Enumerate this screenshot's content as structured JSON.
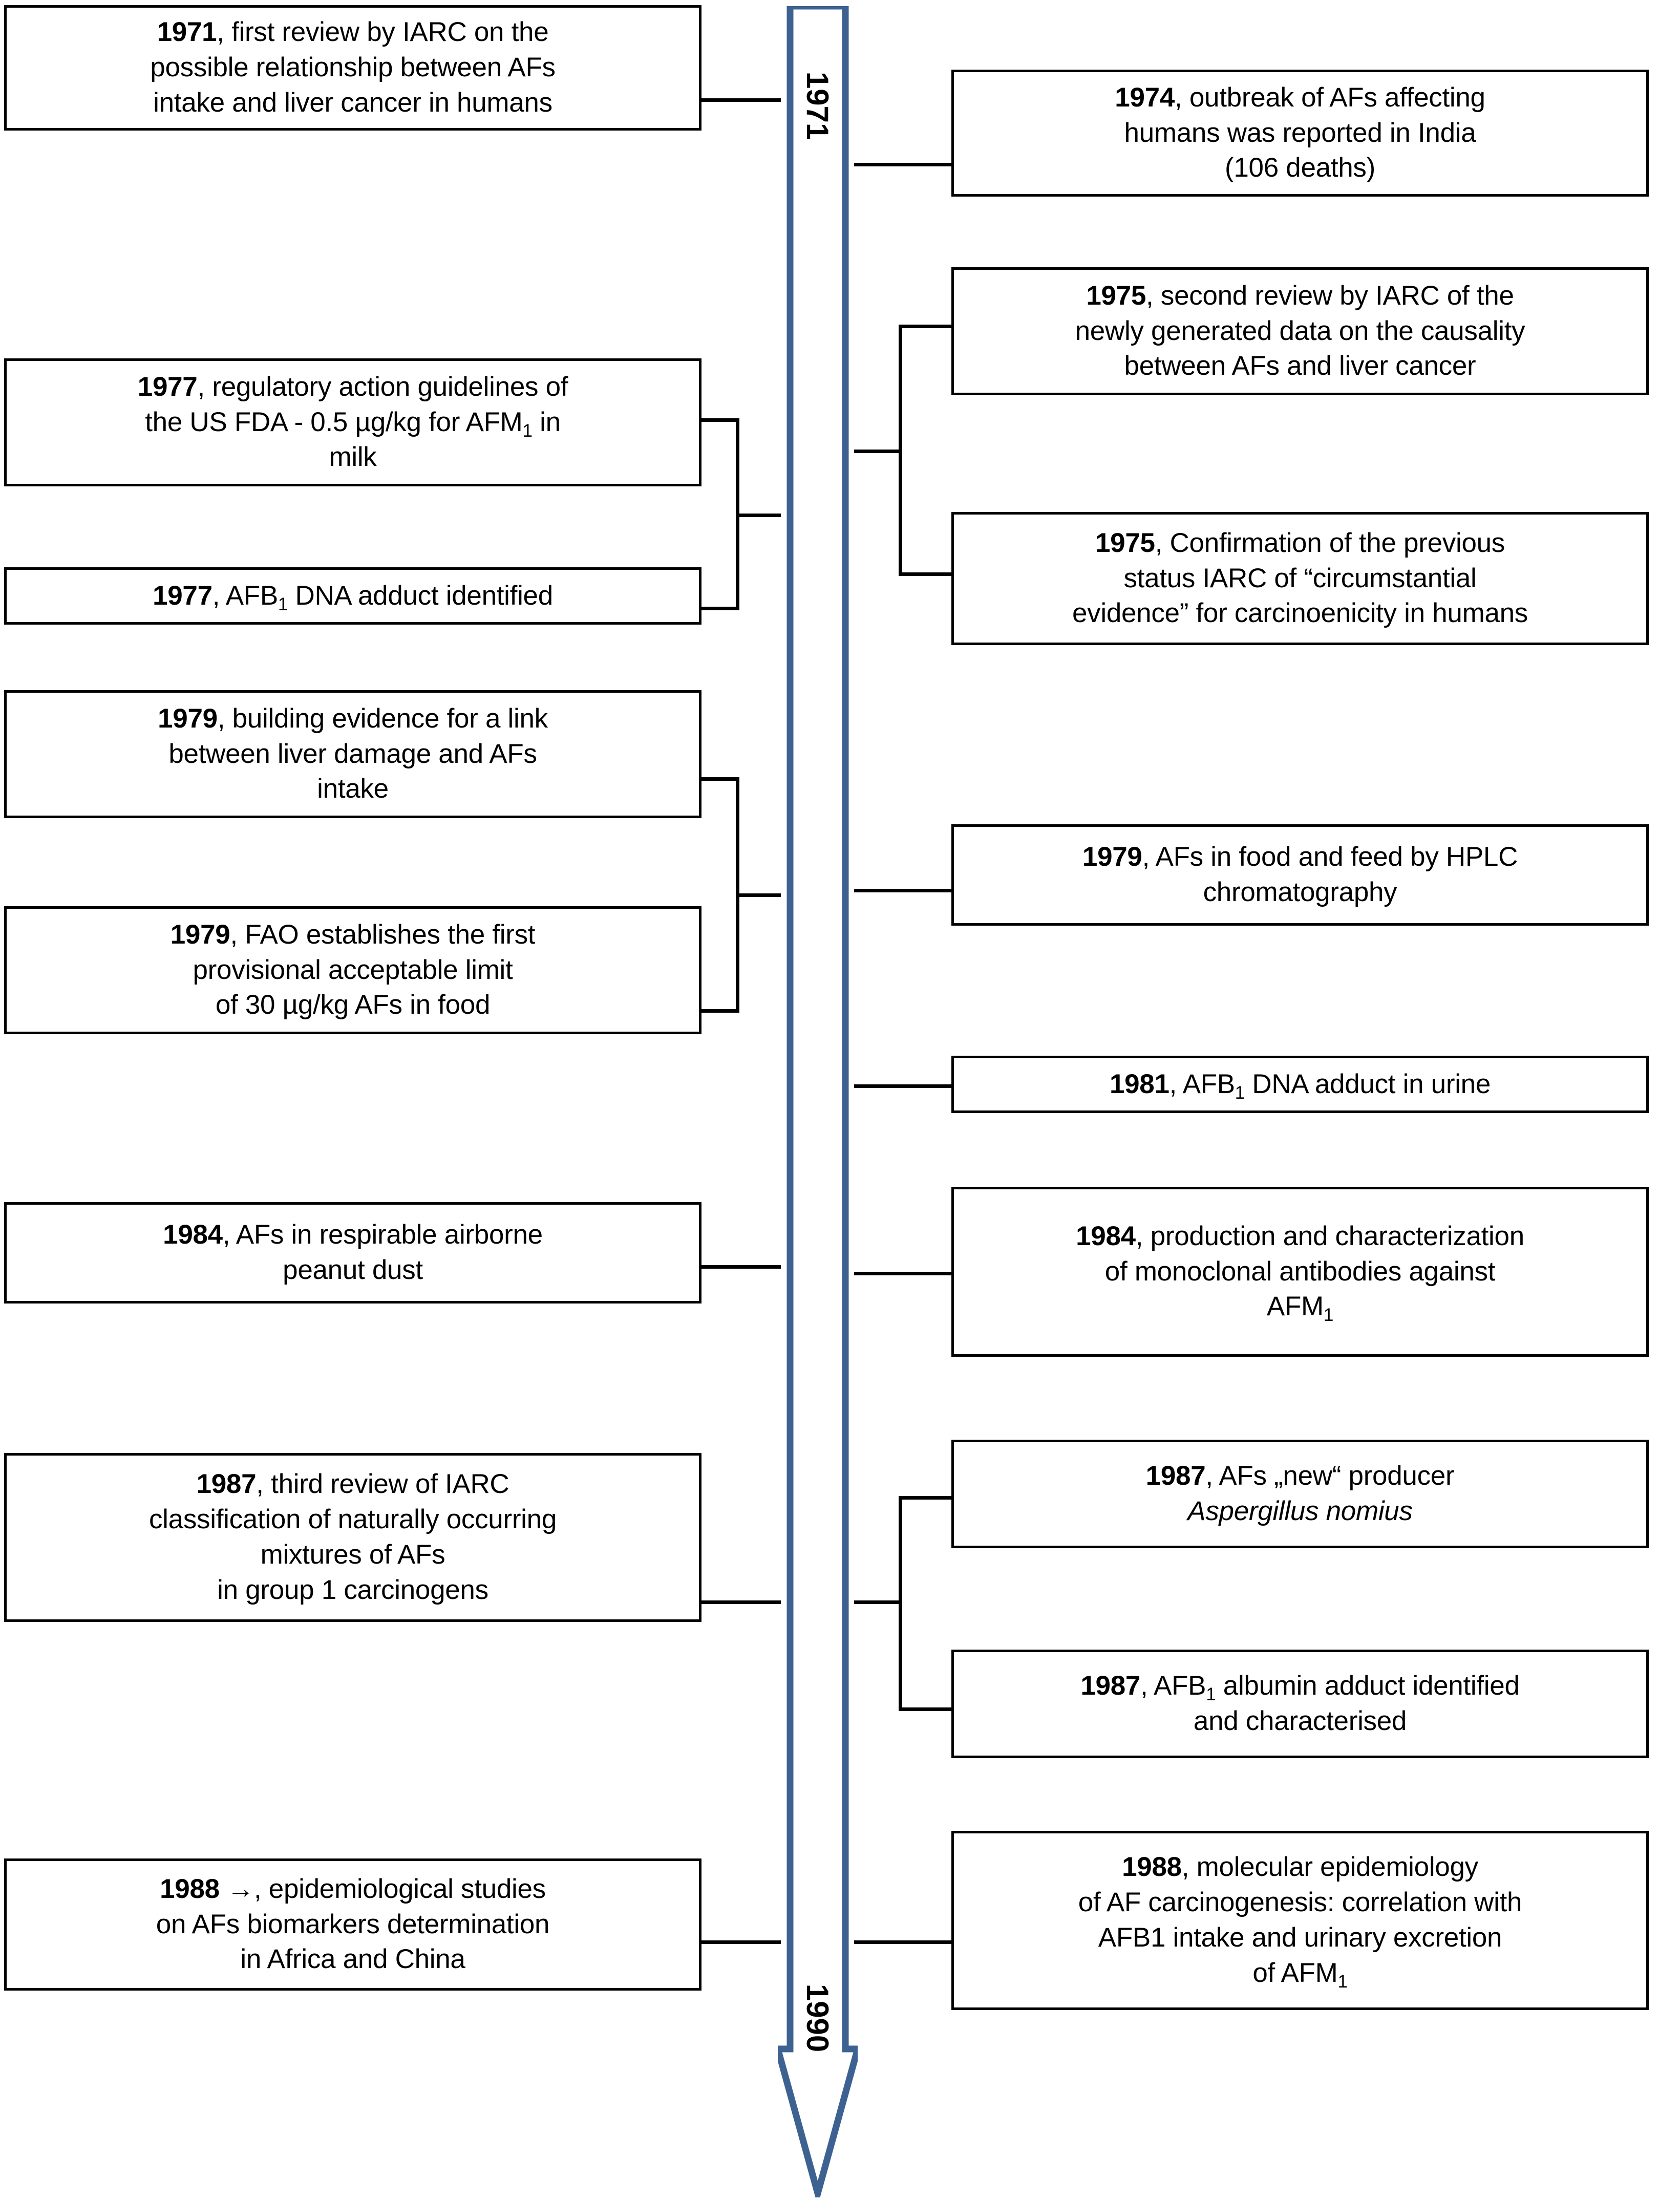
{
  "figure": {
    "kind": "vertical-timeline",
    "title_text": "",
    "arrow": {
      "color": "#3d6191",
      "direction": "down",
      "start_year": "1971",
      "end_year": "1990"
    }
  },
  "left_events": [
    {
      "id": "e-1971",
      "year": "1971",
      "text": ", first review by IARC on the\npossible relationship between AFs\nintake and liver cancer in humans"
    },
    {
      "id": "e-1977-fda",
      "year": "1977",
      "text": ", regulatory action guidelines of\nthe US FDA - 0.5 µg/kg for AFM",
      "sub": "1",
      "text_after": " in\nmilk"
    },
    {
      "id": "e-1977-dna",
      "year": "1977",
      "text": ", AFB",
      "sub": "1",
      "text_after": " DNA adduct identified"
    },
    {
      "id": "e-1979-evidence",
      "year": "1979",
      "text": ", building evidence for a link\nbetween liver damage and AFs\nintake"
    },
    {
      "id": "e-1979-fao",
      "year": "1979",
      "text": ", FAO establishes the first\nprovisional acceptable limit\nof 30 µg/kg AFs in food"
    },
    {
      "id": "e-1984-dust",
      "year": "1984",
      "text": ", AFs in respirable airborne\npeanut dust"
    },
    {
      "id": "e-1987-iarc",
      "year": "1987",
      "text": ", third review of IARC\nclassification of naturally occurring\nmixtures of AFs\nin group 1 carcinogens"
    },
    {
      "id": "e-1988-epi",
      "year": "1988 →",
      "text": ", epidemiological studies\non  AFs biomarkers determination\nin Africa and China"
    }
  ],
  "right_events": [
    {
      "id": "e-1974",
      "year": "1974",
      "text": ", outbreak of AFs affecting\nhumans was reported in India\n(106 deaths)"
    },
    {
      "id": "e-1975-review",
      "year": "1975",
      "text": ", second review by IARC of the\nnewly generated data on the causality\nbetween AFs and liver cancer"
    },
    {
      "id": "e-1975-confirm",
      "year": "1975",
      "text": ", Confirmation of the previous\nstatus IARC of “circumstantial\nevidence” for carcinoenicity in humans"
    },
    {
      "id": "e-1979-hplc",
      "year": "1979",
      "text": ", AFs in food and feed by HPLC\nchromatography"
    },
    {
      "id": "e-1981",
      "year": "1981",
      "text": ", AFB",
      "sub": "1",
      "text_after": " DNA adduct in urine"
    },
    {
      "id": "e-1984-mab",
      "year": "1984",
      "text": ", production and characterization\nof monoclonal antibodies against\nAFM",
      "sub": "1",
      "text_after": ""
    },
    {
      "id": "e-1987-nomius",
      "year": "1987",
      "text": ", AFs „new“ producer\n",
      "italic_after": "Aspergillus nomius"
    },
    {
      "id": "e-1987-albumin",
      "year": "1987",
      "text": ", AFB",
      "sub": "1",
      "text_after": " albumin adduct identified\nand characterised"
    },
    {
      "id": "e-1988-molec",
      "year": "1988",
      "text": ", molecular epidemiology\nof AF carcinogenesis: correlation with\nAFB1 intake and urinary excretion\nof AFM",
      "sub": "1",
      "text_after": ""
    }
  ]
}
